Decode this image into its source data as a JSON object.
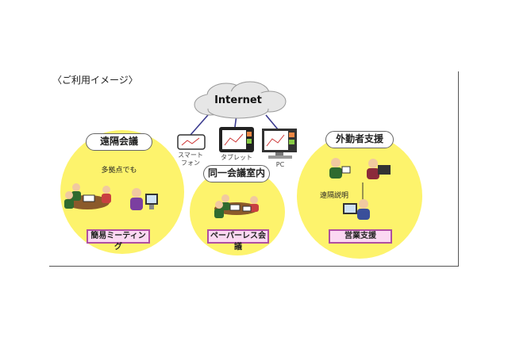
{
  "caption": "〈ご利用イメージ〉",
  "cloud": {
    "label": "Internet"
  },
  "devices": [
    {
      "label": "スマート\nフォン",
      "icon": "smartphone-icon"
    },
    {
      "label": "タブレット",
      "icon": "tablet-icon"
    },
    {
      "label": "PC",
      "icon": "pc-icon"
    }
  ],
  "scenarios": [
    {
      "title": "遠隔会議",
      "subtitle": "多拠点でも",
      "tag": "簡易ミーティング"
    },
    {
      "title": "同一会議室内",
      "tag": "ペーパーレス会議"
    },
    {
      "title": "外勤者支援",
      "note": "遠隔説明",
      "tag": "営業支援"
    }
  ],
  "colors": {
    "circle_fill": "#fdf36c",
    "tag_fill": "#fbd8f2",
    "tag_border": "#b04fa0",
    "cloud_fill": "#e6e6e6",
    "connector": "#3b3b8f"
  }
}
